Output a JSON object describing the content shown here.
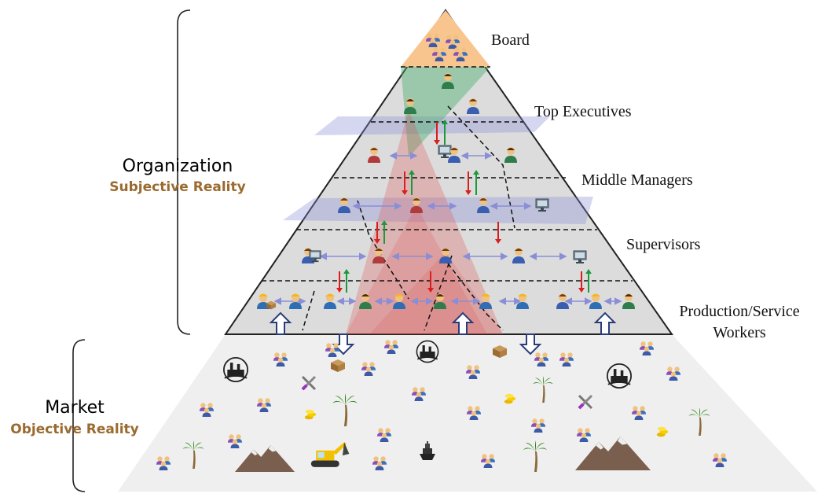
{
  "levels": [
    {
      "label": "Board"
    },
    {
      "label": "Top Executives"
    },
    {
      "label": "Middle Managers"
    },
    {
      "label": "Supervisors"
    },
    {
      "label_line1": "Production/Service",
      "label_line2": "Workers"
    }
  ],
  "organization": {
    "title": "Organization",
    "subtitle": "Subjective Reality"
  },
  "market": {
    "title": "Market",
    "subtitle": "Objective Reality"
  },
  "icons": {
    "person": "person-icon",
    "group": "group-icon",
    "box": "box-icon",
    "tools": "tools-icon",
    "palm": "palm-tree-icon",
    "mountain": "mountain-icon",
    "excavator": "excavator-icon",
    "ship": "ship-icon",
    "factory": "factory-icon",
    "coins": "coins-icon"
  },
  "colors": {
    "board_fill": "#f9c58f",
    "org_fill": "#dcdcdc",
    "market_fill": "#efefef",
    "red_zone": "#e05050",
    "green_zone": "#4caf6e",
    "blue_band": "#8a8ed6",
    "up_arrow": "#1a9a3a",
    "down_arrow": "#d81e1e",
    "bracket_subtitle": "#9a6a2e"
  }
}
